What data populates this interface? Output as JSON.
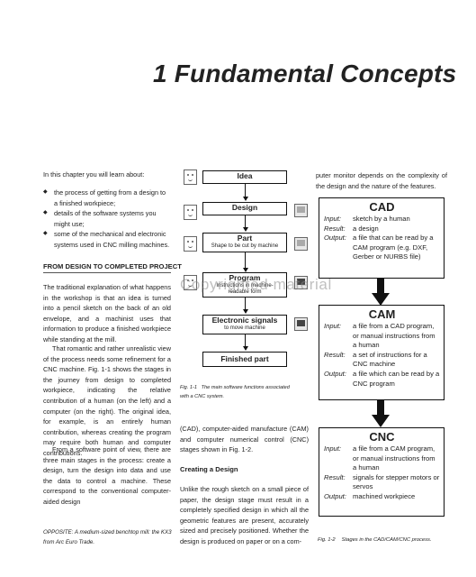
{
  "chapter_title": "1  Fundamental Concepts",
  "intro": "In this chapter you will learn about:",
  "bullets": [
    "the process of getting from a design to a finished workpiece;",
    "details of the software systems you might use;",
    "some of the mechanical and electronic systems used in CNC milling machines."
  ],
  "section_heading": "FROM DESIGN TO COMPLETED PROJECT",
  "left_paragraphs": [
    "The traditional explanation of what happens in the workshop is that an idea is turned into a pencil sketch on the back of an old envelope, and a machinist uses that information to produce a finished workpiece while standing at the mill.",
    "That romantic and rather unrealistic view of the process needs some refinement for a CNC machine. Fig. 1-1 shows the stages in the journey from design to completed workpiece, indicating the relative contribution of a human (on the left) and a computer (on the right). The original idea, for example, is an entirely human contribution, whereas creating the program may require both human and computer contributions.",
    "From a software point of view, there are three main stages in the process: create a design, turn the design into data and use the data to control a machine. These correspond to the conventional computer-aided design"
  ],
  "left_caption": "OPPOSITE:  A medium-sized benchtop mill: the KX3 from Arc Euro Trade.",
  "flow_boxes": [
    {
      "title": "Idea",
      "sub": ""
    },
    {
      "title": "Design",
      "sub": ""
    },
    {
      "title": "Part",
      "sub": "Shape to be cut by machine"
    },
    {
      "title": "Program",
      "sub": "Instructions in machine-readable form"
    },
    {
      "title": "Electronic signals",
      "sub": "to move machine"
    },
    {
      "title": "Finished part",
      "sub": ""
    }
  ],
  "fig11_caption": {
    "num": "Fig. 1-1",
    "text": "The main software functions associated with a CNC system."
  },
  "mid_paragraph1": "(CAD), computer-aided manufacture (CAM) and computer numerical control (CNC) stages shown in Fig. 1-2.",
  "mid_heading": "Creating a Design",
  "mid_paragraph2": "Unlike the rough sketch on a small piece of paper, the design stage must result in a completely specified design in which all the geometric features are present, accurately sized and precisely positioned. Whether the design is produced on paper or on a com-",
  "right_paragraph": "puter monitor depends on the complexity of the design and the nature of the features.",
  "stages": [
    {
      "name": "CAD",
      "rows": [
        {
          "k": "Input:",
          "v": "sketch by a human"
        },
        {
          "k": "Result:",
          "v": "a design"
        },
        {
          "k": "Output:",
          "v": "a file that can be read by a CAM program (e.g. DXF, Gerber or NURBS file)"
        }
      ]
    },
    {
      "name": "CAM",
      "rows": [
        {
          "k": "Input:",
          "v": "a file from a CAD program, or manual instructions from a human"
        },
        {
          "k": "Result:",
          "v": "a set of instructions for a CNC machine"
        },
        {
          "k": "Output:",
          "v": "a file which can be read by a CNC program"
        }
      ]
    },
    {
      "name": "CNC",
      "rows": [
        {
          "k": "Input:",
          "v": "a file from a CAM program, or manual instructions from a human"
        },
        {
          "k": "Result:",
          "v": "signals for stepper motors or servos"
        },
        {
          "k": "Output:",
          "v": "machined workpiece"
        }
      ]
    }
  ],
  "fig12_caption": {
    "num": "Fig. 1-2",
    "text": "Stages in the CAD/CAM/CNC process."
  },
  "watermark": "Copyrighted material"
}
